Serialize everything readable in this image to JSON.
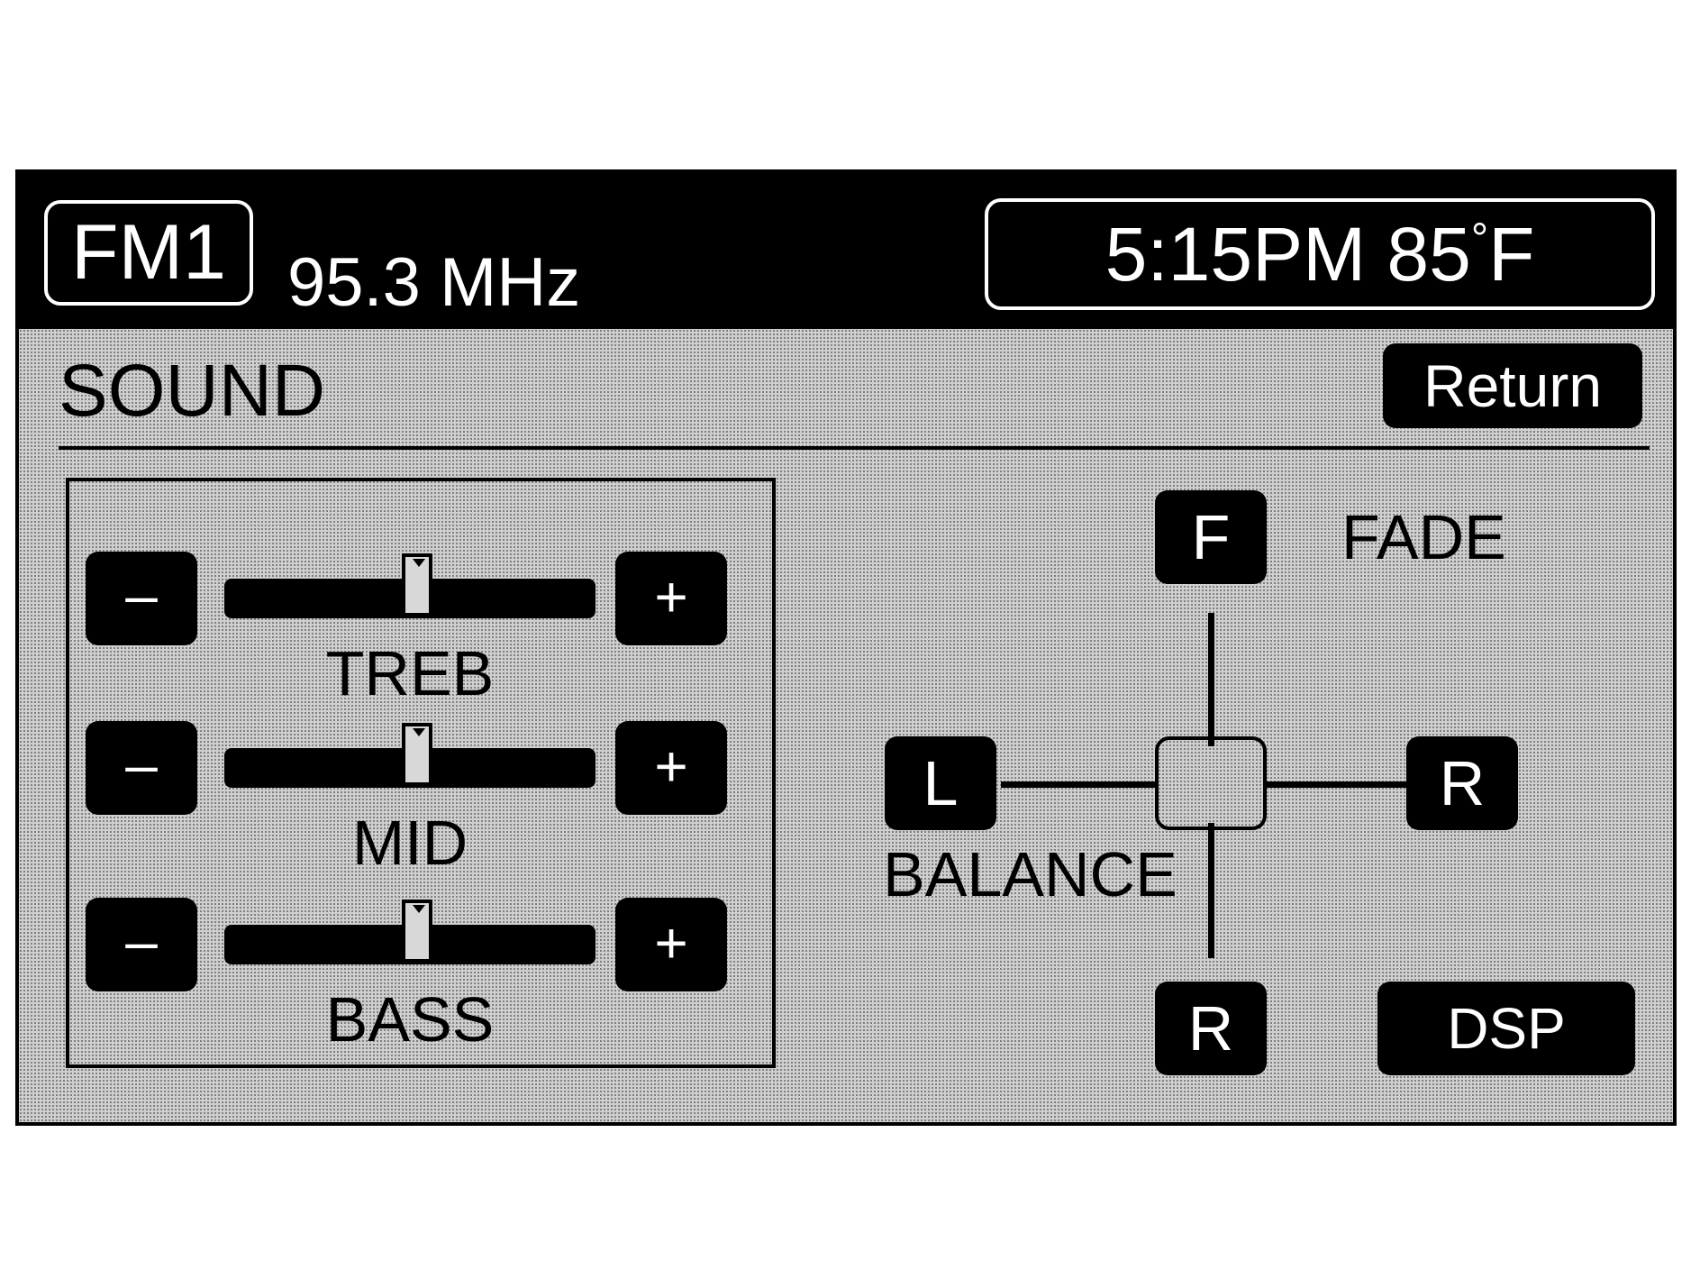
{
  "header": {
    "band": "FM1",
    "frequency": "95.3 MHz",
    "clock_temp": "5:15PM 85",
    "degree_symbol": "°",
    "temp_unit": "F"
  },
  "screen": {
    "title": "SOUND",
    "return_label": "Return"
  },
  "tone": {
    "minus_label": "–",
    "plus_label": "+",
    "sliders": [
      {
        "label": "TREB",
        "level_percent": 52
      },
      {
        "label": "MID",
        "level_percent": 52
      },
      {
        "label": "BASS",
        "level_percent": 52
      }
    ]
  },
  "fade_balance": {
    "front_label": "F",
    "fade_label": "FADE",
    "left_label": "L",
    "right_label": "R",
    "rear_label": "R",
    "balance_label": "BALANCE"
  },
  "dsp_label": "DSP",
  "colors": {
    "background": "#000000",
    "panel_pattern": "#d0d0d0",
    "button_fill": "#000000",
    "button_text": "#ffffff"
  }
}
